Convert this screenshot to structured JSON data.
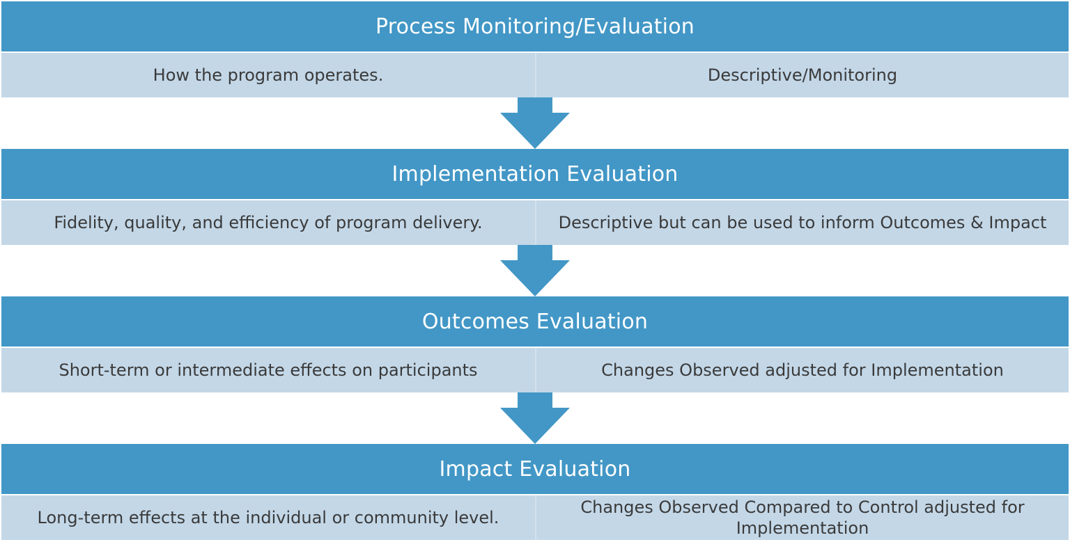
{
  "colors": {
    "header_fill": "#4297c6",
    "cell_fill": "#c3d7e7",
    "arrow_fill": "#4297c6",
    "header_text": "#ffffff",
    "cell_text": "#3a3a3a"
  },
  "stages": [
    {
      "title": "Process Monitoring/Evaluation",
      "left": "How the program operates.",
      "right": "Descriptive/Monitoring"
    },
    {
      "title": "Implementation Evaluation",
      "left": "Fidelity, quality, and efficiency of program delivery.",
      "right": "Descriptive but can be used to inform Outcomes & Impact"
    },
    {
      "title": "Outcomes Evaluation",
      "left": "Short-term or intermediate effects on participants",
      "right": "Changes Observed adjusted for Implementation"
    },
    {
      "title": "Impact Evaluation",
      "left": "Long-term effects at the individual or community level.",
      "right": "Changes Observed Compared to Control adjusted for Implementation"
    }
  ]
}
